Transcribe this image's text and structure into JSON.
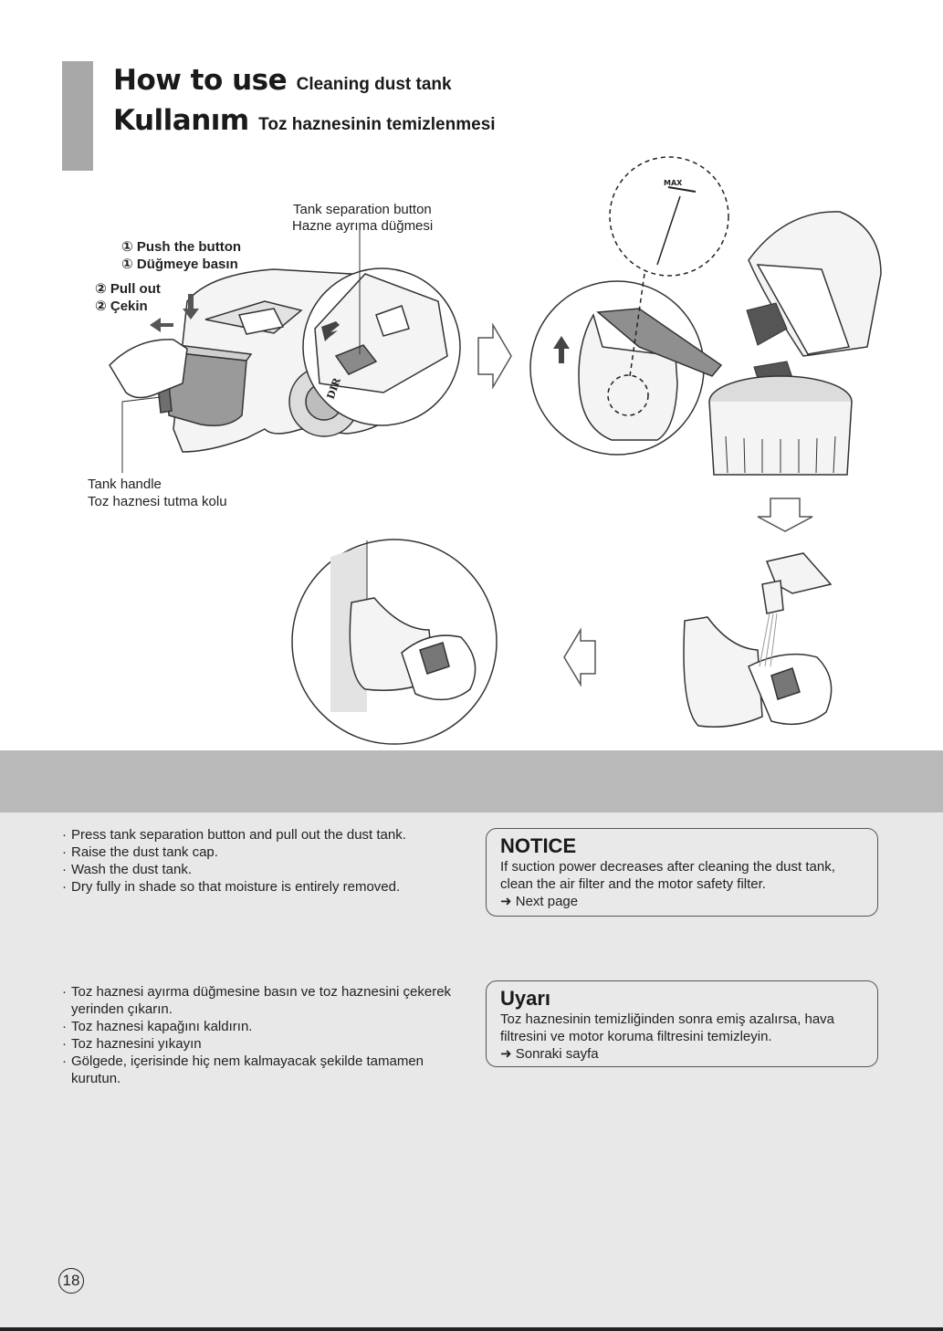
{
  "header": {
    "title_en": "How to use",
    "subtitle_en": "Cleaning dust tank",
    "title_tr": "Kullanım",
    "subtitle_tr": "Toz haznesinin temizlenmesi"
  },
  "figure_labels": {
    "tank_button_en": "Tank separation button",
    "tank_button_tr": "Hazne ayrıma düğmesi",
    "step1_en": "① Push the button",
    "step1_tr": "① Düğmeye basın",
    "step2_en": "② Pull out",
    "step2_tr": "② Çekin",
    "handle_en": "Tank handle",
    "handle_tr": "Toz haznesi tutma kolu",
    "max_mark": "MAX",
    "dir_mark": "DIR"
  },
  "instructions_en": [
    "Press tank separation button and pull out the dust tank.",
    "Raise the dust tank cap.",
    "Wash the dust tank.",
    "Dry fully in shade so that moisture is entirely removed."
  ],
  "instructions_tr": [
    "Toz haznesi ayırma düğmesine basın ve toz haznesini çekerek yerinden çıkarın.",
    "Toz haznesi kapağını kaldırın.",
    "Toz haznesini yıkayın",
    "Gölgede, içerisinde hiç nem kalmayacak şekilde tamamen kurutun."
  ],
  "notice_en": {
    "title": "NOTICE",
    "body": "If suction power decreases after cleaning the dust tank, clean the air filter and the motor safety filter.",
    "link": "➜ Next page"
  },
  "notice_tr": {
    "title": "Uyarı",
    "body": "Toz haznesinin temizliğinden sonra emiş azalırsa, hava filtresini ve motor koruma filtresini temizleyin.",
    "link": "➜ Sonraki sayfa"
  },
  "page_number": "18"
}
